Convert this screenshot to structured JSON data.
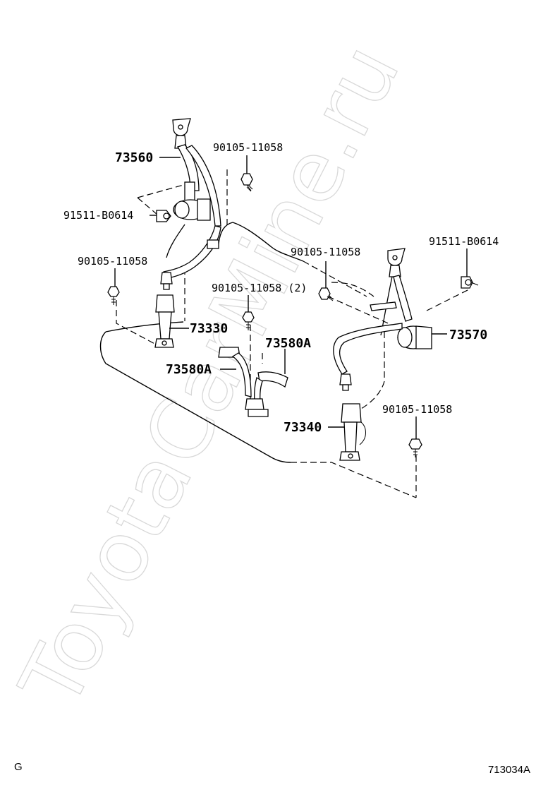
{
  "watermark": "ToyotaCarMine.ru",
  "corner_left": "G",
  "corner_right": "713034A",
  "parts": {
    "p73560": "73560",
    "bolt_top_center": "90105-11058",
    "nut_left": "91511-B0614",
    "bolt_left": "90105-11058",
    "p73330": "73330",
    "bolt_center_2": "90105-11058 (2)",
    "p73580a_top": "73580A",
    "p73580a_left": "73580A",
    "bolt_center_right": "90105-11058",
    "nut_right": "91511-B0614",
    "p73570": "73570",
    "bolt_right": "90105-11058",
    "p73340": "73340"
  }
}
